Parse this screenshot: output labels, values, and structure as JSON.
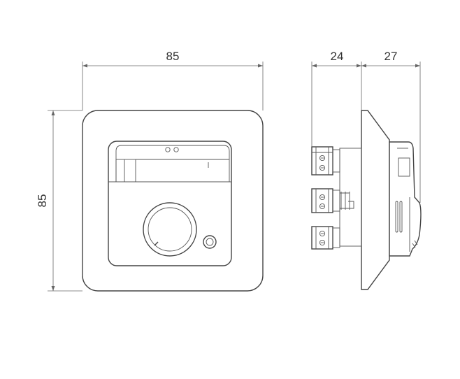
{
  "dimensions": {
    "front_width": "85",
    "front_height": "85",
    "side_depth_rear": "24",
    "side_depth_front": "27"
  }
}
